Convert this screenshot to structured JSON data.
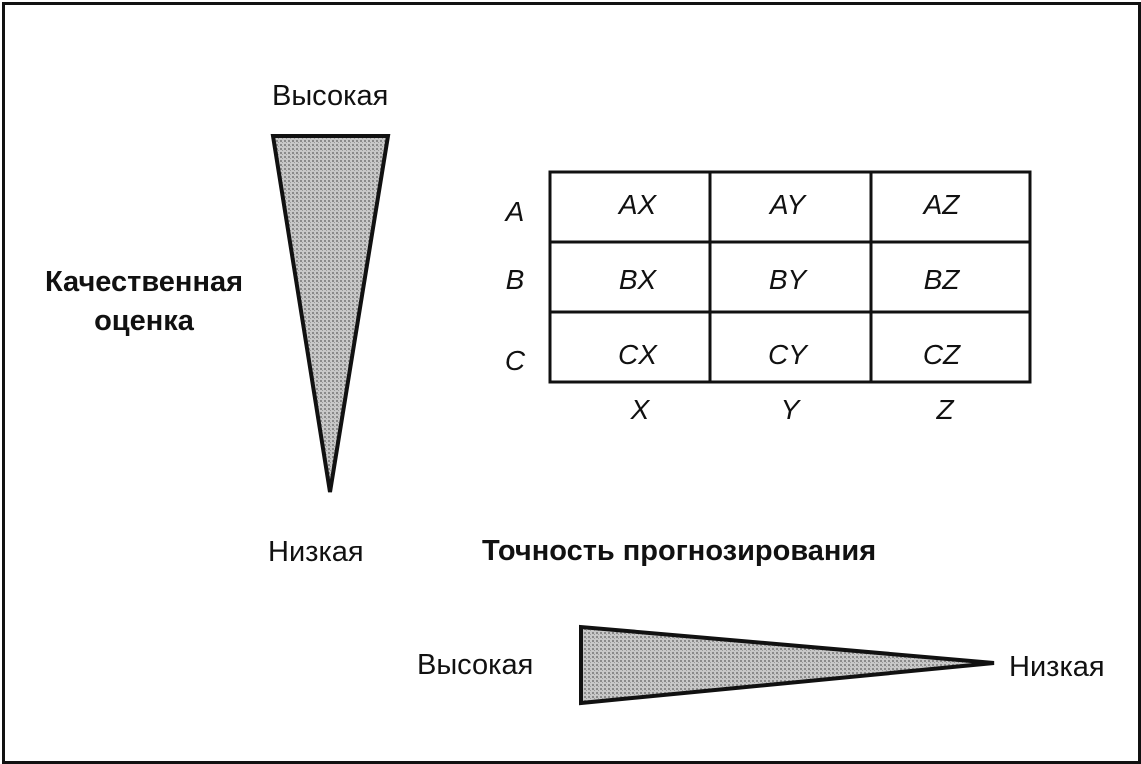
{
  "vertical_scale": {
    "top_label": "Высокая",
    "bottom_label": "Низкая",
    "axis_title": [
      "Качественная",
      "оценка"
    ]
  },
  "horizontal_scale": {
    "title": "Точность прогнозирования",
    "left_label": "Высокая",
    "right_label": "Низкая"
  },
  "matrix": {
    "row_labels": [
      "A",
      "B",
      "C"
    ],
    "col_labels": [
      "X",
      "Y",
      "Z"
    ],
    "cells": [
      [
        "AX",
        "AY",
        "AZ"
      ],
      [
        "BX",
        "BY",
        "BZ"
      ],
      [
        "CX",
        "CY",
        "CZ"
      ]
    ]
  },
  "colors": {
    "stroke": "#111111",
    "wedge_fill": "#b4b4b4"
  }
}
